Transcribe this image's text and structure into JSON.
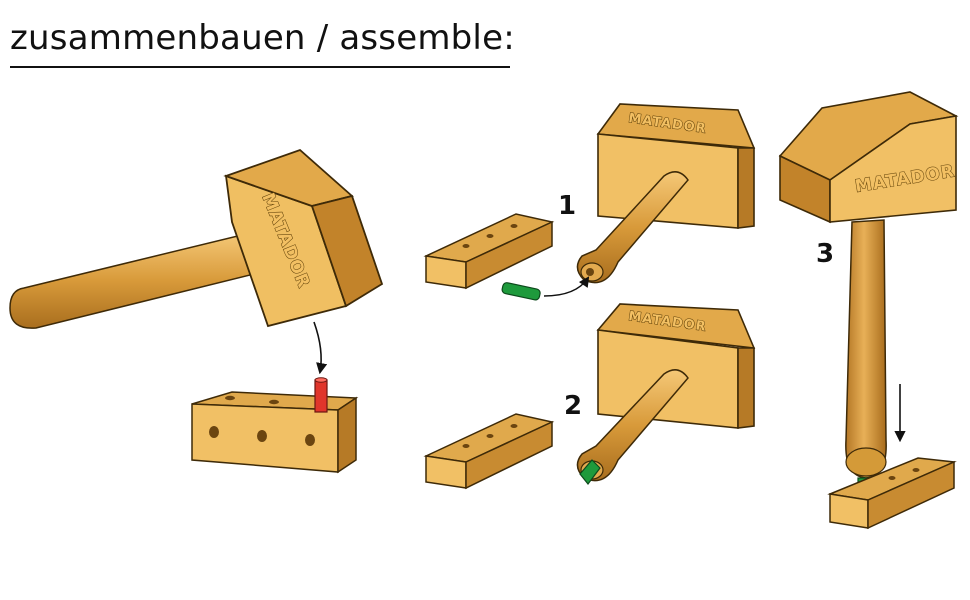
{
  "title": "zusammenbauen / assemble:",
  "brand": "MATADOR",
  "steps": [
    "1",
    "2",
    "3"
  ],
  "colors": {
    "wood_light": "#f1c065",
    "wood_mid": "#d49a38",
    "wood_dark": "#a66f1c",
    "outline": "#3e2a08",
    "peg_red": "#e0352b",
    "peg_green": "#1e9a3c",
    "arrow": "#111111"
  }
}
